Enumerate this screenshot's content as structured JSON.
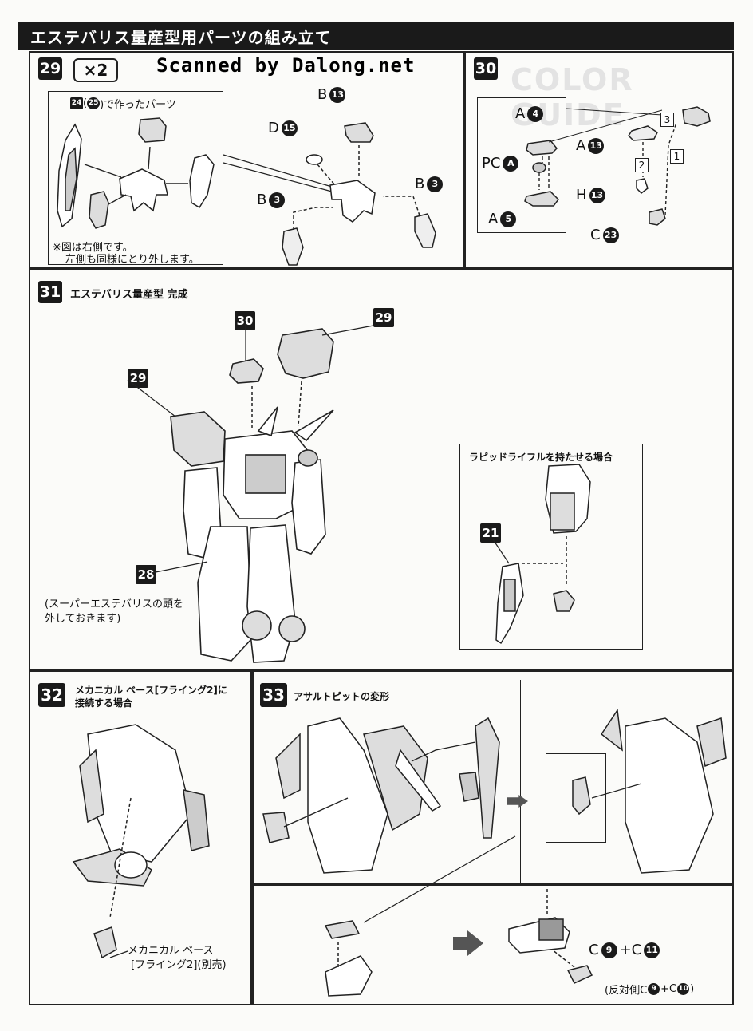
{
  "header": {
    "title": "エステバリス量産型用パーツの組み立て"
  },
  "watermark": "Scanned by Dalong.net",
  "background_text": "COLOR GUIDE",
  "step29": {
    "number": "29",
    "quantity": "×2",
    "inset_note_before": "(",
    "inset_note_after": ")で作ったパーツ",
    "inset_ref_a": "24",
    "inset_ref_b": "25",
    "note_line1": "※図は右側です。",
    "note_line2": "左側も同様にとり外します。",
    "parts": [
      {
        "runner": "B",
        "num": "13"
      },
      {
        "runner": "D",
        "num": "15"
      },
      {
        "runner": "B",
        "num": "3"
      },
      {
        "runner": "B",
        "num": "3"
      }
    ]
  },
  "step30": {
    "number": "30",
    "parts": [
      {
        "runner": "A",
        "num": "4"
      },
      {
        "runner": "PC",
        "num": "A"
      },
      {
        "runner": "A",
        "num": "5"
      },
      {
        "runner": "A",
        "num": "13"
      },
      {
        "runner": "H",
        "num": "13"
      },
      {
        "runner": "C",
        "num": "23"
      }
    ],
    "order": [
      "3",
      "2",
      "1"
    ]
  },
  "step31": {
    "number": "31",
    "title": "エステバリス量産型 完成",
    "refs": [
      "30",
      "29",
      "29",
      "28",
      "21"
    ],
    "note_line1": "(スーパーエステバリスの頭を",
    "note_line2": "外しておきます)",
    "inset_title": "ラピッドライフルを持たせる場合"
  },
  "step32": {
    "number": "32",
    "title_line1": "メカニカル ベース[フライング2]に",
    "title_line2": "接続する場合",
    "base_line1": "メカニカル ベース",
    "base_line2": "[フライング2](別売)"
  },
  "step33": {
    "number": "33",
    "title": "アサルトピットの変形",
    "combo_runner1": "C",
    "combo_num1": "9",
    "combo_plus": "+C",
    "combo_num2": "11",
    "opposite_prefix": "(反対側C",
    "opposite_mid": "+C",
    "opposite_num1": "9",
    "opposite_num2": "10",
    "opposite_suffix": ")"
  }
}
